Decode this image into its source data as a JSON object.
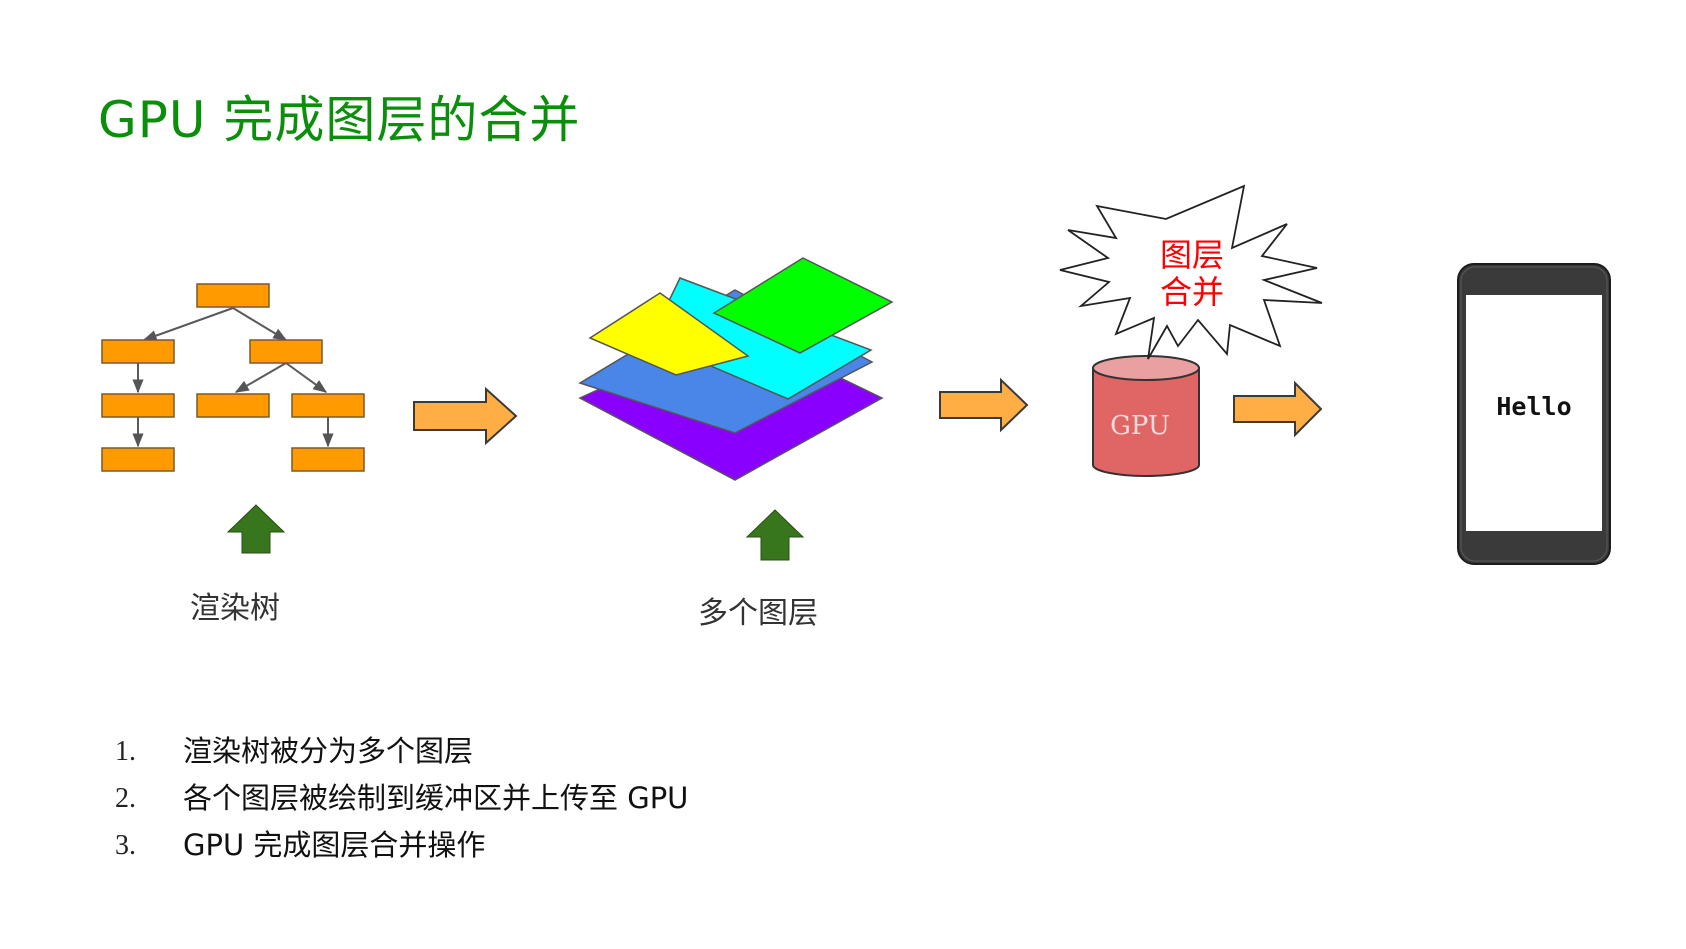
{
  "title": "GPU 完成图层的合并",
  "captions": {
    "render_tree": "渲染树",
    "layers": "多个图层"
  },
  "burst": {
    "line1": "图层",
    "line2": "合并"
  },
  "gpu_label": "GPU",
  "phone_screen_text": "Hello",
  "steps": [
    {
      "num": "1.",
      "text": "渲染树被分为多个图层"
    },
    {
      "num": "2.",
      "text": "各个图层被绘制到缓冲区并上传至 GPU"
    },
    {
      "num": "3.",
      "text": "GPU 完成图层合并操作"
    }
  ],
  "colors": {
    "title": "#0b8f0b",
    "tree_node": "#ff9a00",
    "flow_arrow": "#ffad45",
    "up_arrow": "#38761d",
    "layer_purple": "#8a00ff",
    "layer_blue": "#4a86e8",
    "layer_cyan": "#00ffff",
    "layer_yellow": "#ffff00",
    "layer_green": "#00ff00",
    "gpu_body": "#e06666",
    "burst_text": "#ff0000",
    "phone_body": "#3a3a3a"
  }
}
